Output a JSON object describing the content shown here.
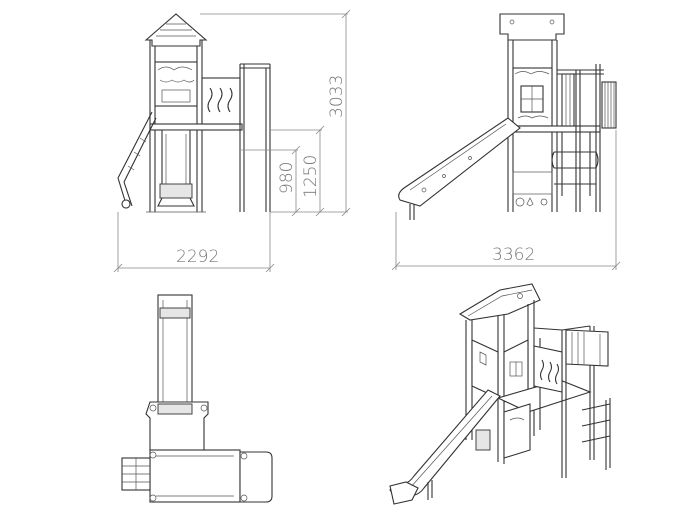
{
  "dimensions": {
    "height_total": "3033",
    "height_platform_top": "1250",
    "height_platform": "980",
    "width_front": "2292",
    "width_side": "3362"
  }
}
